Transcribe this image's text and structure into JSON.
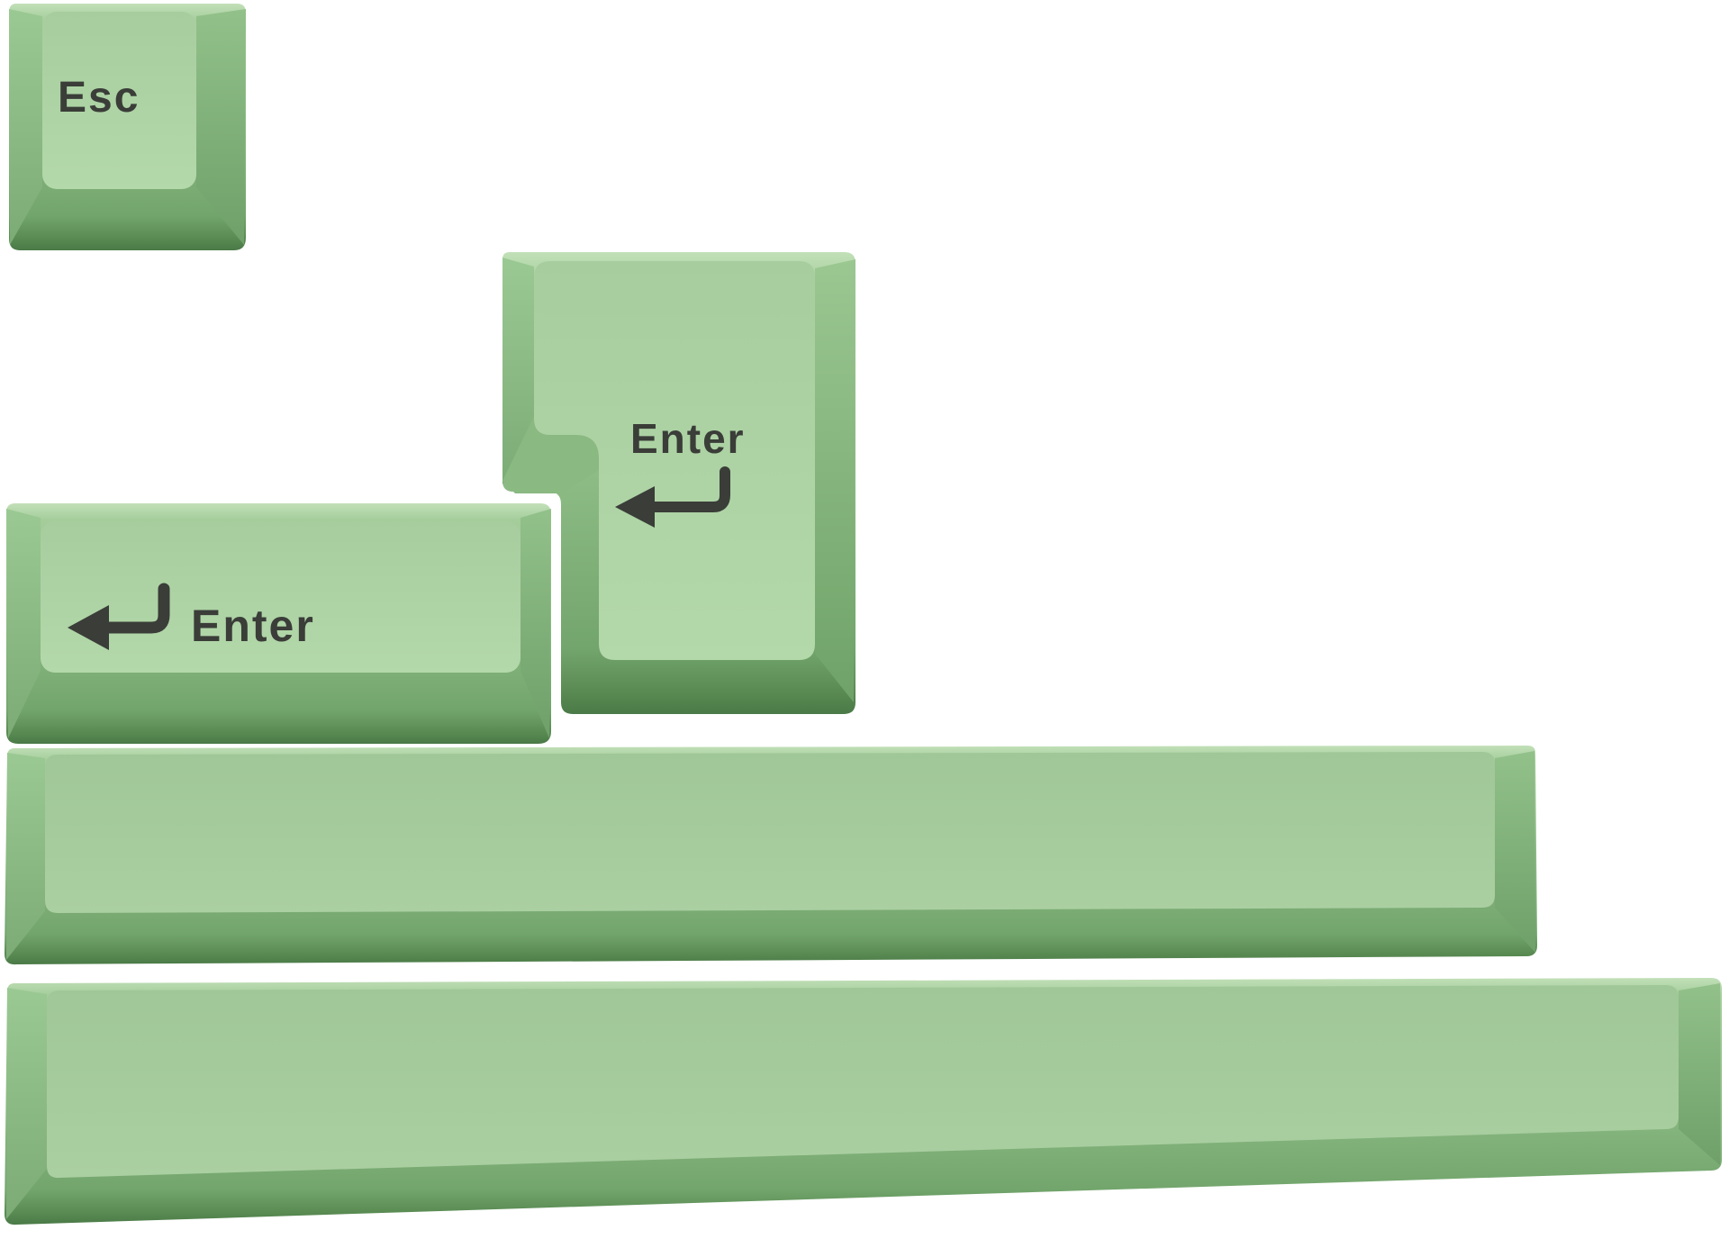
{
  "product": {
    "keys": {
      "esc": {
        "label": "Esc"
      },
      "iso_enter": {
        "label": "Enter",
        "icon": "return-arrow-icon"
      },
      "ansi_enter": {
        "label": "Enter",
        "icon": "return-arrow-icon"
      },
      "spacebar_top": {
        "label": ""
      },
      "spacebar_bottom": {
        "label": ""
      }
    }
  },
  "palette": {
    "background": "#ffffff",
    "face_light": "#abd1a3",
    "face_space": "#a3c89b",
    "top_sliver": "#c0dfb6",
    "bevel_left": "#8fbe87",
    "bevel_right": "#82b27a",
    "skirt_dark": "#558650",
    "edge_dark": "#4a7a47",
    "legend": "#3a3d38"
  }
}
